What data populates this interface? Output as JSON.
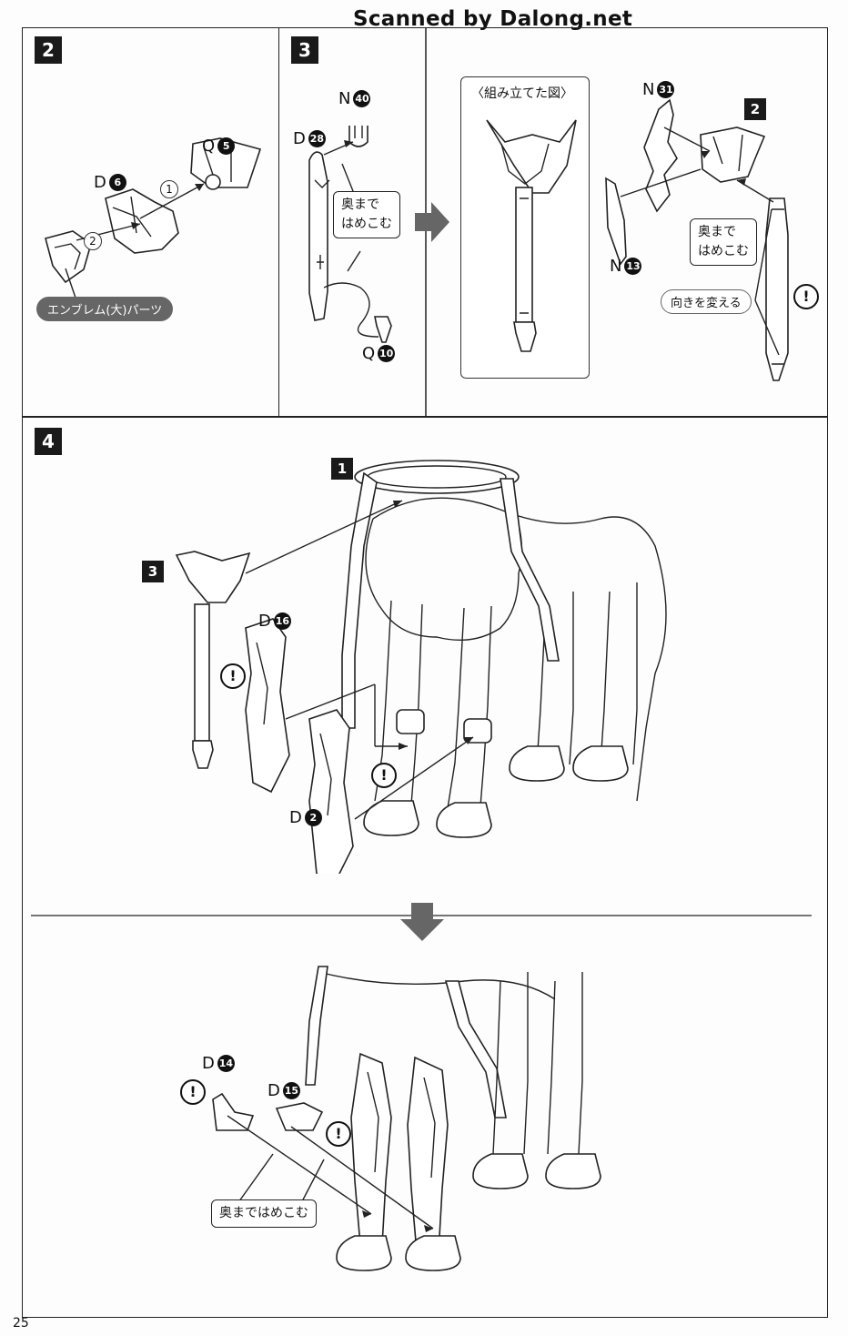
{
  "header": {
    "watermark": "Scanned by Dalong.net"
  },
  "page_number": "25",
  "step2": {
    "badge": "2",
    "parts": [
      {
        "letter": "Q",
        "num": "5"
      },
      {
        "letter": "D",
        "num": "6"
      }
    ],
    "order": [
      "1",
      "2"
    ],
    "label": "エンブレム(大)パーツ"
  },
  "step3": {
    "badge": "3",
    "parts_left": [
      {
        "letter": "N",
        "num": "40"
      },
      {
        "letter": "D",
        "num": "28"
      },
      {
        "letter": "Q",
        "num": "10"
      }
    ],
    "callout_left": [
      "奥まで",
      "はめこむ"
    ],
    "assembled_title": "〈組み立てた図〉",
    "parts_right": [
      {
        "letter": "N",
        "num": "31"
      },
      {
        "letter": "N",
        "num": "13"
      }
    ],
    "ref_badge": "2",
    "callout_right": [
      "奥まで",
      "はめこむ"
    ],
    "orientation_label": "向きを変える",
    "warn_mark": "!"
  },
  "step4": {
    "badge": "4",
    "ref_badges": [
      "1",
      "3"
    ],
    "parts_top": [
      {
        "letter": "D",
        "num": "16"
      },
      {
        "letter": "D",
        "num": "2"
      }
    ],
    "parts_bottom": [
      {
        "letter": "D",
        "num": "14"
      },
      {
        "letter": "D",
        "num": "15"
      }
    ],
    "bottom_label": "奥まではめこむ",
    "warn_mark": "!"
  }
}
